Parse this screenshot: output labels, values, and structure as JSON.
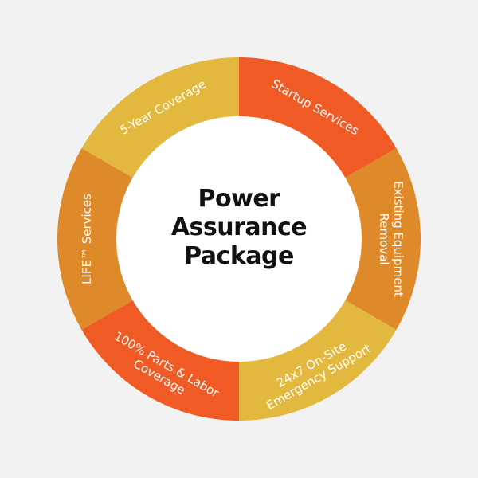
{
  "title": {
    "lines": [
      "Power",
      "Assurance",
      "Package"
    ]
  },
  "colors": {
    "red": "#F05A24",
    "dark_orange": "#DE8A2A",
    "yellow": "#E2B83E",
    "background": "#f2f2f2"
  },
  "segments": [
    {
      "lines": [
        "Startup Services"
      ],
      "color": "#F05A24"
    },
    {
      "lines": [
        "Existing Equipment",
        "Removal"
      ],
      "color": "#DE8A2A"
    },
    {
      "lines": [
        "24x7 On-Site",
        "Emergency Support"
      ],
      "color": "#E2B83E"
    },
    {
      "lines": [
        "100% Parts & Labor",
        "Coverage"
      ],
      "color": "#F05A24"
    },
    {
      "lines": [
        "LIFE™ Services"
      ],
      "color": "#DE8A2A"
    },
    {
      "lines": [
        "5-Year Coverage"
      ],
      "color": "#E2B83E"
    }
  ]
}
